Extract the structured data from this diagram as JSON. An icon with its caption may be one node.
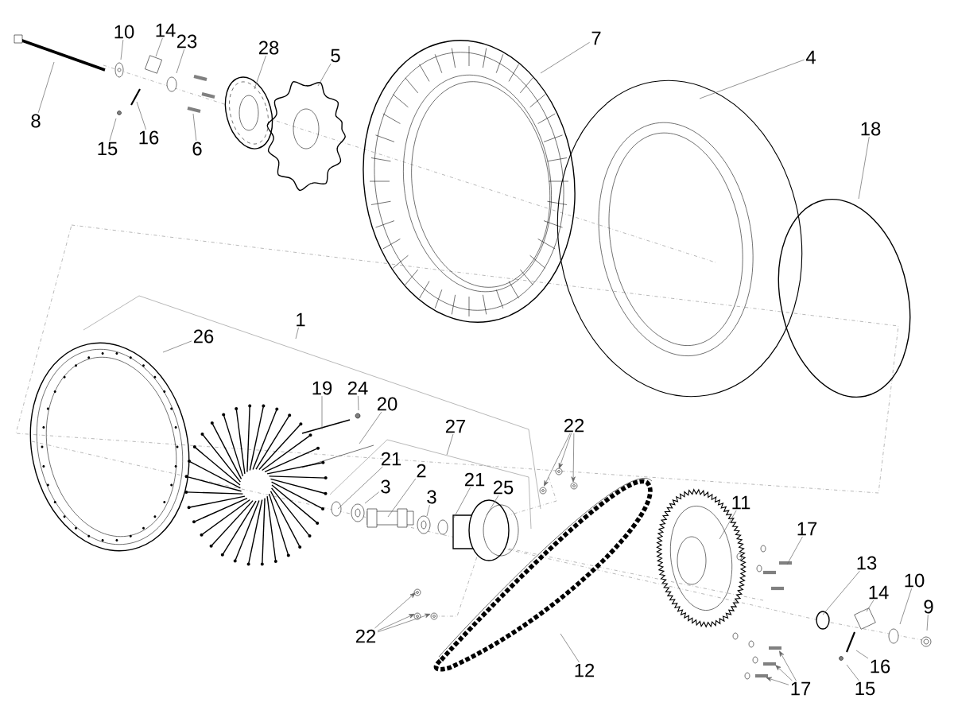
{
  "diagram": {
    "nodes": [
      {
        "text": [
          "10"
        ]
      },
      {
        "text": [
          "14"
        ]
      },
      {
        "text": [
          "23"
        ]
      },
      {
        "text": [
          "28"
        ]
      },
      {
        "text": [
          "5"
        ]
      },
      {
        "text": [
          "7"
        ]
      },
      {
        "text": [
          "4"
        ]
      },
      {
        "text": [
          "8"
        ]
      },
      {
        "text": [
          "16"
        ]
      },
      {
        "text": [
          "15"
        ]
      },
      {
        "text": [
          "6"
        ]
      },
      {
        "text": [
          "18"
        ]
      },
      {
        "text": [
          "1"
        ]
      },
      {
        "text": [
          "26"
        ]
      },
      {
        "text": [
          "19"
        ]
      },
      {
        "text": [
          "24"
        ]
      },
      {
        "text": [
          "20"
        ]
      },
      {
        "text": [
          "27"
        ]
      },
      {
        "text": [
          "22"
        ]
      },
      {
        "text": [
          "21"
        ]
      },
      {
        "text": [
          "3"
        ]
      },
      {
        "text": [
          "2"
        ]
      },
      {
        "text": [
          "21"
        ]
      },
      {
        "text": [
          "3"
        ]
      },
      {
        "text": [
          "25"
        ]
      },
      {
        "text": [
          "11"
        ]
      },
      {
        "text": [
          "17"
        ]
      },
      {
        "text": [
          "13"
        ]
      },
      {
        "text": [
          "14"
        ]
      },
      {
        "text": [
          "10"
        ]
      },
      {
        "text": [
          "9"
        ]
      },
      {
        "text": [
          "22"
        ]
      },
      {
        "text": [
          "12"
        ]
      },
      {
        "text": [
          "16"
        ]
      },
      {
        "text": [
          "15"
        ]
      },
      {
        "text": [
          "17"
        ]
      }
    ],
    "edges": [
      {
        "from": 0,
        "to": null,
        "arrow": "none"
      },
      {
        "from": 1,
        "to": null,
        "arrow": "none"
      },
      {
        "from": 2,
        "to": null,
        "arrow": "none"
      },
      {
        "from": 3,
        "to": null,
        "arrow": "none"
      },
      {
        "from": 4,
        "to": null,
        "arrow": "none"
      },
      {
        "from": 5,
        "to": null,
        "arrow": "none"
      },
      {
        "from": 6,
        "to": null,
        "arrow": "none"
      },
      {
        "from": 7,
        "to": null,
        "arrow": "none"
      },
      {
        "from": 8,
        "to": null,
        "arrow": "none"
      },
      {
        "from": 9,
        "to": null,
        "arrow": "none"
      },
      {
        "from": 10,
        "to": null,
        "arrow": "none"
      },
      {
        "from": 11,
        "to": null,
        "arrow": "none"
      },
      {
        "from": 12,
        "to": null,
        "arrow": "none"
      },
      {
        "from": 13,
        "to": null,
        "arrow": "none"
      },
      {
        "from": 14,
        "to": null,
        "arrow": "none"
      },
      {
        "from": 15,
        "to": null,
        "arrow": "none"
      },
      {
        "from": 16,
        "to": null,
        "arrow": "none"
      },
      {
        "from": 17,
        "to": null,
        "arrow": "none"
      },
      {
        "from": 18,
        "to": null,
        "arrow": "to"
      },
      {
        "from": 18,
        "to": null,
        "arrow": "to"
      },
      {
        "from": 18,
        "to": null,
        "arrow": "to"
      },
      {
        "from": 19,
        "to": null,
        "arrow": "none"
      },
      {
        "from": 20,
        "to": null,
        "arrow": "none"
      },
      {
        "from": 21,
        "to": null,
        "arrow": "none"
      },
      {
        "from": 22,
        "to": null,
        "arrow": "none"
      },
      {
        "from": 23,
        "to": null,
        "arrow": "none"
      },
      {
        "from": 24,
        "to": null,
        "arrow": "none"
      },
      {
        "from": 25,
        "to": null,
        "arrow": "none"
      },
      {
        "from": 26,
        "to": null,
        "arrow": "none"
      },
      {
        "from": 27,
        "to": null,
        "arrow": "none"
      },
      {
        "from": 28,
        "to": null,
        "arrow": "none"
      },
      {
        "from": 29,
        "to": null,
        "arrow": "none"
      },
      {
        "from": 30,
        "to": null,
        "arrow": "none"
      },
      {
        "from": 31,
        "to": null,
        "arrow": "to"
      },
      {
        "from": 31,
        "to": null,
        "arrow": "to"
      },
      {
        "from": 31,
        "to": null,
        "arrow": "to"
      },
      {
        "from": 32,
        "to": null,
        "arrow": "none"
      },
      {
        "from": 33,
        "to": null,
        "arrow": "none"
      },
      {
        "from": 34,
        "to": null,
        "arrow": "none"
      },
      {
        "from": 35,
        "to": null,
        "arrow": "to"
      },
      {
        "from": 35,
        "to": null,
        "arrow": "to"
      },
      {
        "from": 35,
        "to": null,
        "arrow": "to"
      }
    ]
  }
}
